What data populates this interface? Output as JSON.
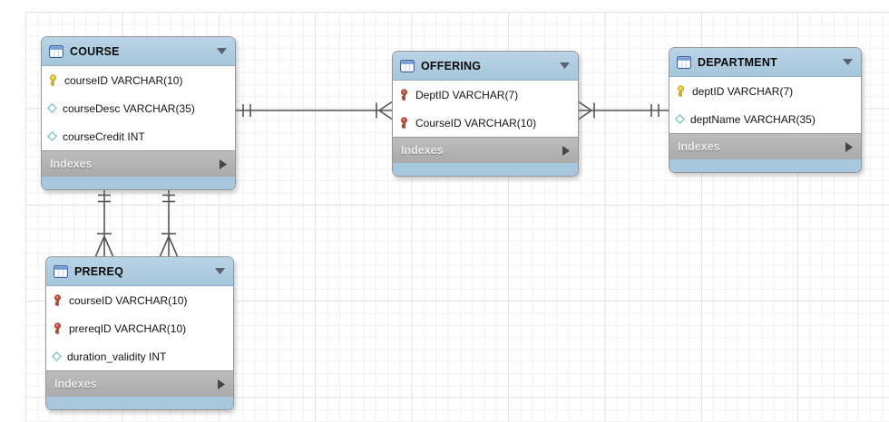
{
  "diagram": {
    "tables": [
      {
        "name": "COURSE",
        "columns": [
          {
            "icon": "primary-key-icon",
            "text": "courseID VARCHAR(10)"
          },
          {
            "icon": "attribute-diamond-icon",
            "text": "courseDesc VARCHAR(35)"
          },
          {
            "icon": "attribute-diamond-icon",
            "text": "courseCredit INT"
          }
        ],
        "footer": {
          "label": "Indexes",
          "icon": "triangle-right"
        }
      },
      {
        "name": "OFFERING",
        "columns": [
          {
            "icon": "foreign-key-icon",
            "text": "DeptID VARCHAR(7)"
          },
          {
            "icon": "foreign-key-icon",
            "text": "CourseID VARCHAR(10)"
          }
        ],
        "footer": {
          "label": "Indexes",
          "icon": "triangle-right"
        }
      },
      {
        "name": "DEPARTMENT",
        "columns": [
          {
            "icon": "primary-key-icon",
            "text": "deptID VARCHAR(7)"
          },
          {
            "icon": "attribute-diamond-icon",
            "text": "deptName VARCHAR(35)"
          }
        ],
        "footer": {
          "label": "Indexes",
          "icon": "triangle-right"
        }
      },
      {
        "name": "PREREQ",
        "columns": [
          {
            "icon": "foreign-key-icon",
            "text": "courseID VARCHAR(10)"
          },
          {
            "icon": "foreign-key-icon",
            "text": "prereqID VARCHAR(10)"
          },
          {
            "icon": "attribute-diamond-icon",
            "text": "duration_validity INT"
          }
        ],
        "footer": {
          "label": "Indexes",
          "icon": "triangle-right"
        }
      }
    ],
    "relationships": [
      {
        "id": "rel-1",
        "one_side": "COURSE",
        "many_side": "OFFERING",
        "one_notation": "one-and-only-one (double tick)",
        "many_notation": "one-or-many (crow's foot with bar)",
        "line": "solid"
      },
      {
        "id": "rel-2",
        "one_side": "DEPARTMENT",
        "many_side": "OFFERING",
        "one_notation": "one-and-only-one (double tick)",
        "many_notation": "one-or-many (crow's foot with bar)",
        "line": "solid"
      },
      {
        "id": "rel-3",
        "one_side": "COURSE",
        "many_side": "PREREQ",
        "one_notation": "one-and-only-one (double tick)",
        "many_notation": "one-or-many (crow's foot with bar)",
        "line": "solid"
      },
      {
        "id": "rel-4",
        "one_side": "COURSE",
        "many_side": "PREREQ",
        "one_notation": "one-and-only-one (double tick)",
        "many_notation": "one-or-many (crow's foot with bar)",
        "line": "solid"
      }
    ],
    "colors": {
      "table_header": "#aecde1",
      "table_footer_strip": "#a7c7de",
      "indexes_bar": "#b3b3b3",
      "primary_key_icon": "#f0d33f",
      "foreign_key_icon": "#cd5849",
      "attribute_icon_border": "#85c9c4",
      "connector_line": "#555555",
      "grid_minor": "#f2f2f2",
      "grid_major": "#e3e3e3"
    }
  }
}
